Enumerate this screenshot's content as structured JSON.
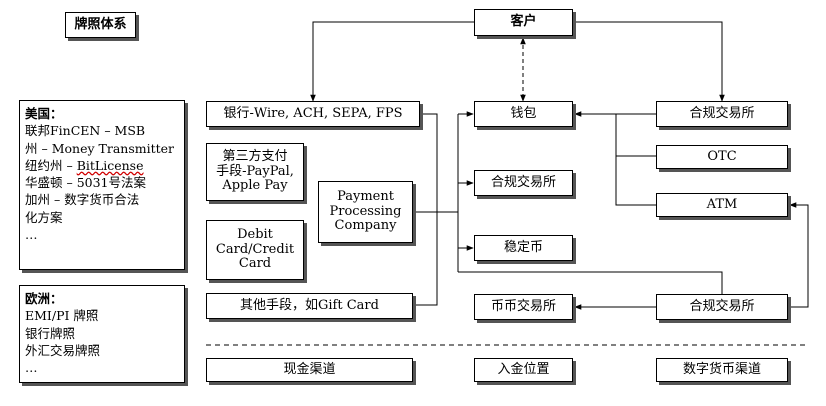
{
  "title": "牌照体系",
  "customer": "客户",
  "wallet": "钱包",
  "fiat": {
    "bank": "银行-Wire, ACH, SEPA, FPS",
    "third_party": [
      "第三方支付",
      "手段-PayPal,",
      "Apple Pay"
    ],
    "debit": [
      "Debit",
      "Card/Credit",
      "Card"
    ],
    "other": "其他手段，如Gift Card"
  },
  "processor": [
    "Payment",
    "Processing",
    "Company"
  ],
  "middle": {
    "exchange": "合规交易所",
    "stablecoin": "稳定币",
    "coin_exchange": "币币交易所"
  },
  "right": {
    "exchange_top": "合规交易所",
    "otc": "OTC",
    "atm": "ATM",
    "exchange_bottom": "合规交易所"
  },
  "us_panel": {
    "title": "美国：",
    "lines": [
      "联邦FinCEN – MSB",
      "州 – Money Transmitter",
      "纽约州 – BitLicense",
      "华盛顿 – 5031号法案",
      "加州 – 数字货币合法",
      "化方案",
      "…"
    ]
  },
  "eu_panel": {
    "title": "欧洲：",
    "lines": [
      "EMI/PI 牌照",
      "银行牌照",
      "外汇交易牌照",
      "…"
    ]
  },
  "footer": {
    "cash": "现金渠道",
    "entry": "入金位置",
    "crypto": "数字货币渠道"
  }
}
